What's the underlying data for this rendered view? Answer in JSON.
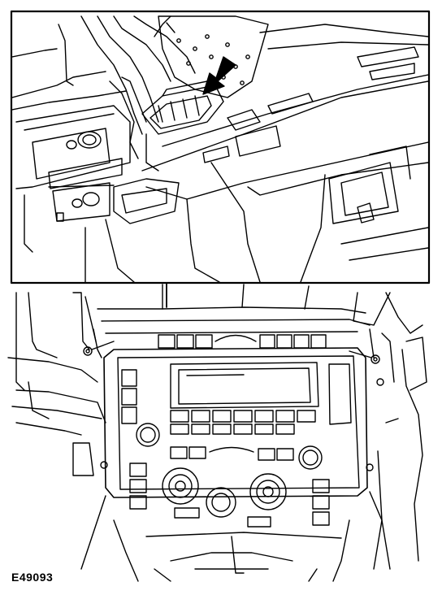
{
  "figure": {
    "reference_code": "E49093",
    "inset_subject": "connector-release-detail",
    "main_subject": "center-console-audio-climate-panel",
    "colors": {
      "line": "#000000",
      "background": "#ffffff",
      "arrow_fill": "#000000"
    }
  }
}
